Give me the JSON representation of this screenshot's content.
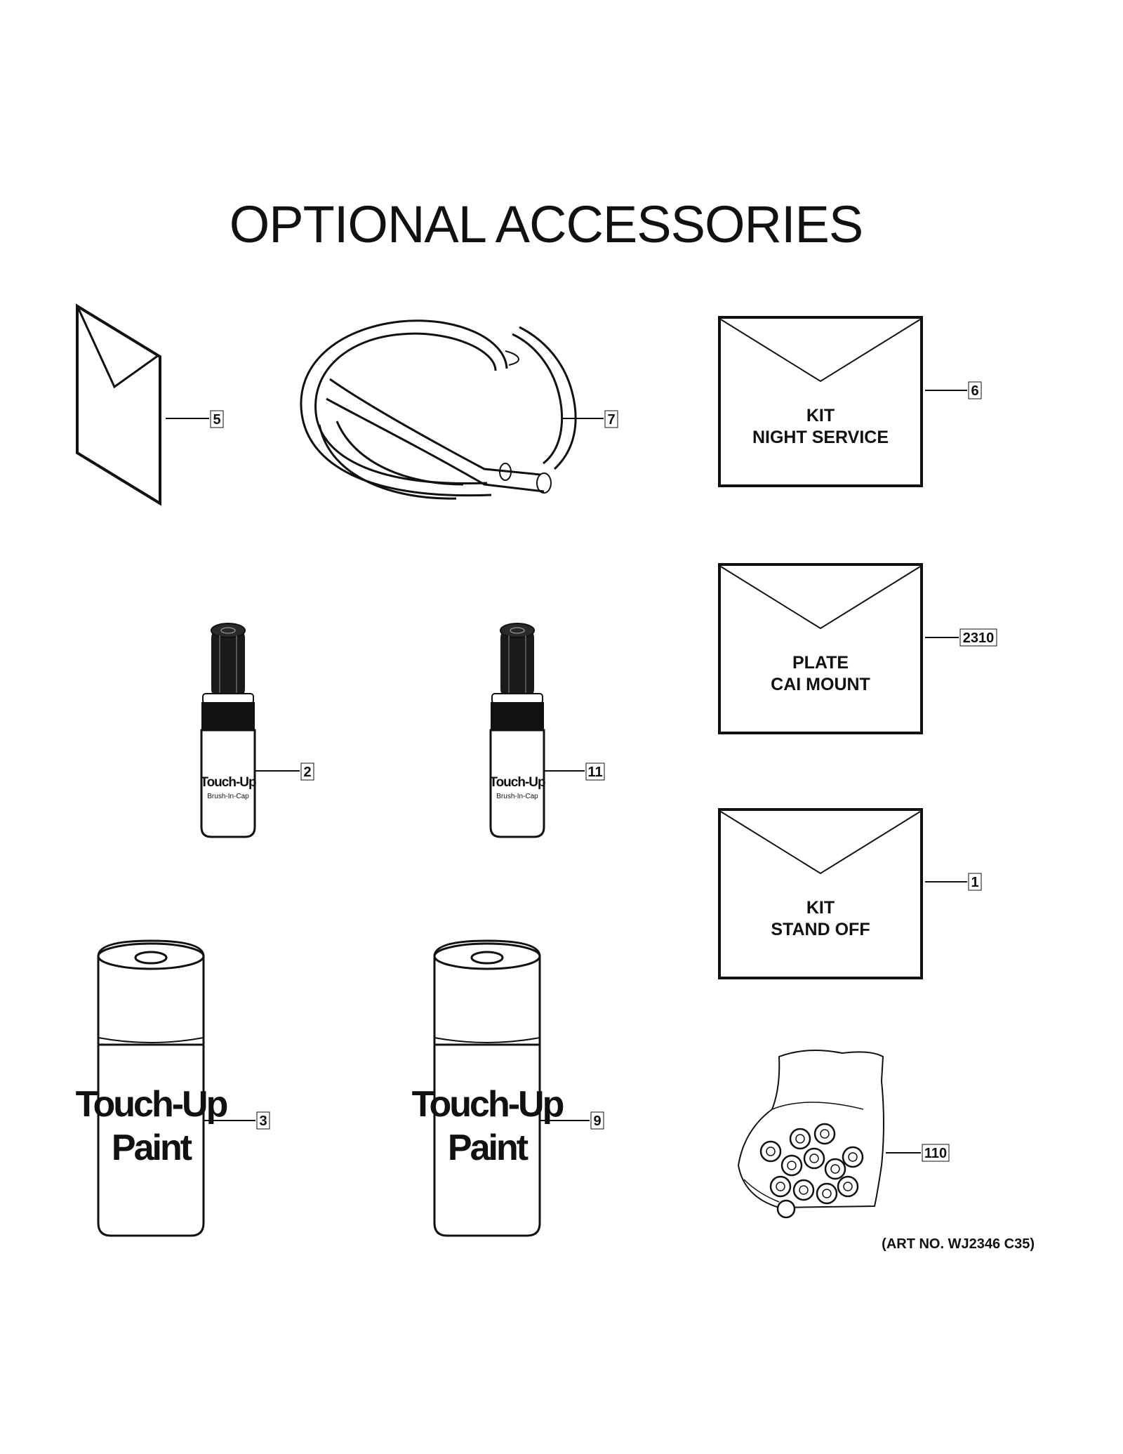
{
  "title": "OPTIONAL ACCESSORIES",
  "callouts": {
    "c5": "5",
    "c7": "7",
    "c6": "6",
    "c2310": "2310",
    "c2": "2",
    "c11": "11",
    "c1": "1",
    "c3": "3",
    "c9": "9",
    "c110": "110"
  },
  "envelopes": {
    "night_service": {
      "line1": "KIT",
      "line2": "NIGHT SERVICE"
    },
    "cai_mount": {
      "line1": "PLATE",
      "line2": "CAI MOUNT"
    },
    "stand_off": {
      "line1": "KIT",
      "line2": "STAND OFF"
    }
  },
  "pens": {
    "label": "Touch-Up",
    "sublabel": "Brush-In-Cap"
  },
  "cans": {
    "line1": "Touch-Up",
    "line2": "Paint"
  },
  "art_number": "(ART NO. WJ2346 C35)"
}
